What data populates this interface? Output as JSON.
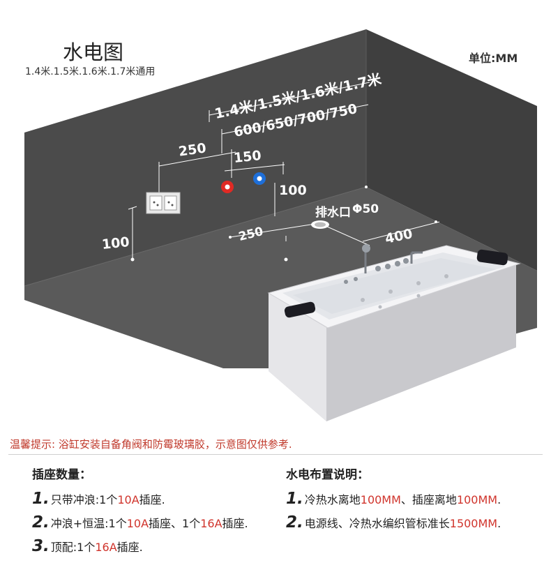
{
  "header": {
    "title": "水电图",
    "subtitle": "1.4米.1.5米.1.6米.1.7米通用",
    "unit": "单位:MM"
  },
  "dimensions": {
    "length_label": "1.4米/1.5米/1.6米/1.7米",
    "length_mm": "600/650/700/750",
    "valve_offset": "250",
    "valve_spacing": "150",
    "valve_height": "100",
    "socket_height": "100",
    "drain_label": "排水口",
    "drain_size": "Φ50",
    "drain_from_wall": "250",
    "drain_from_side": "400"
  },
  "colors": {
    "wall": "#4b4b4b",
    "hot_valve": "#e02a24",
    "cold_valve": "#1e6fd9",
    "highlight_red": "#d0342c"
  },
  "icons": [
    "wall-socket-icon",
    "hot-water-valve-icon",
    "cold-water-valve-icon",
    "drain-outlet-icon",
    "bathtub-icon"
  ],
  "tip": "温馨提示: 浴缸安装自备角阀和防霉玻璃胶，示意图仅供参考.",
  "sockets": {
    "title": "插座数量：",
    "items": [
      {
        "num": "1.",
        "segments": [
          {
            "text": "只带冲浪:1个",
            "red": false
          },
          {
            "text": "10A",
            "red": true
          },
          {
            "text": "插座.",
            "red": false
          }
        ]
      },
      {
        "num": "2.",
        "segments": [
          {
            "text": "冲浪+恒温:1个",
            "red": false
          },
          {
            "text": "10A",
            "red": true
          },
          {
            "text": "插座、1个",
            "red": false
          },
          {
            "text": "16A",
            "red": true
          },
          {
            "text": "插座.",
            "red": false
          }
        ]
      },
      {
        "num": "3.",
        "segments": [
          {
            "text": "顶配:1个",
            "red": false
          },
          {
            "text": "16A",
            "red": true
          },
          {
            "text": "插座.",
            "red": false
          }
        ]
      }
    ]
  },
  "layout_notes": {
    "title": "水电布置说明：",
    "items": [
      {
        "num": "1.",
        "segments": [
          {
            "text": "冷热水离地",
            "red": false
          },
          {
            "text": "100MM",
            "red": true
          },
          {
            "text": "、插座离地",
            "red": false
          },
          {
            "text": "100MM",
            "red": true
          },
          {
            "text": ".",
            "red": false
          }
        ]
      },
      {
        "num": "2.",
        "segments": [
          {
            "text": "电源线、冷热水编织管标准长",
            "red": false
          },
          {
            "text": "1500MM",
            "red": true
          },
          {
            "text": ".",
            "red": false
          }
        ]
      }
    ]
  }
}
